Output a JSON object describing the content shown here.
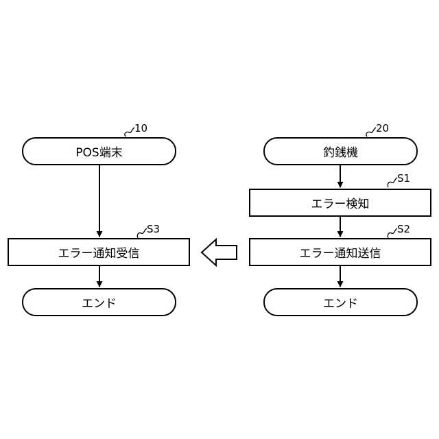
{
  "left_flow": {
    "ref": "10",
    "start_label": "POS端末",
    "step_ref": "S3",
    "step_label": "エラー通知受信",
    "end_label": "エンド"
  },
  "right_flow": {
    "ref": "20",
    "start_label": "釣銭機",
    "step1_ref": "S1",
    "step1_label": "エラー検知",
    "step2_ref": "S2",
    "step2_label": "エラー通知送信",
    "end_label": "エンド"
  }
}
